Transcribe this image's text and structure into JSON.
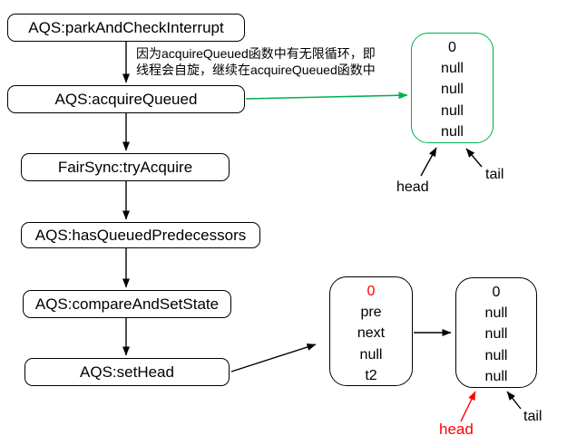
{
  "colors": {
    "green": "#00b050",
    "red": "#ff0000",
    "ink": "#000000",
    "background": "#ffffff"
  },
  "flowchart": {
    "boxes": [
      {
        "label": "AQS:parkAndCheckInterrupt"
      },
      {
        "label": "AQS:acquireQueued"
      },
      {
        "label": "FairSync:tryAcquire"
      },
      {
        "label": "AQS:hasQueuedPredecessors"
      },
      {
        "label": "AQS:compareAndSetState"
      },
      {
        "label": "AQS:setHead"
      }
    ]
  },
  "annotation": {
    "line1": "因为acquireQueued函数中有无限循环，即",
    "line2": "线程会自旋，继续在acquireQueued函数中"
  },
  "initial_queue_node": {
    "rows": [
      "0",
      "null",
      "null",
      "null",
      "null"
    ],
    "head_label": "head",
    "tail_label": "tail"
  },
  "t2_node": {
    "rows": [
      "0",
      "pre",
      "next",
      "null",
      "t2"
    ]
  },
  "new_head_node": {
    "rows": [
      "0",
      "null",
      "null",
      "null",
      "null"
    ],
    "head_label": "head",
    "tail_label": "tail"
  }
}
